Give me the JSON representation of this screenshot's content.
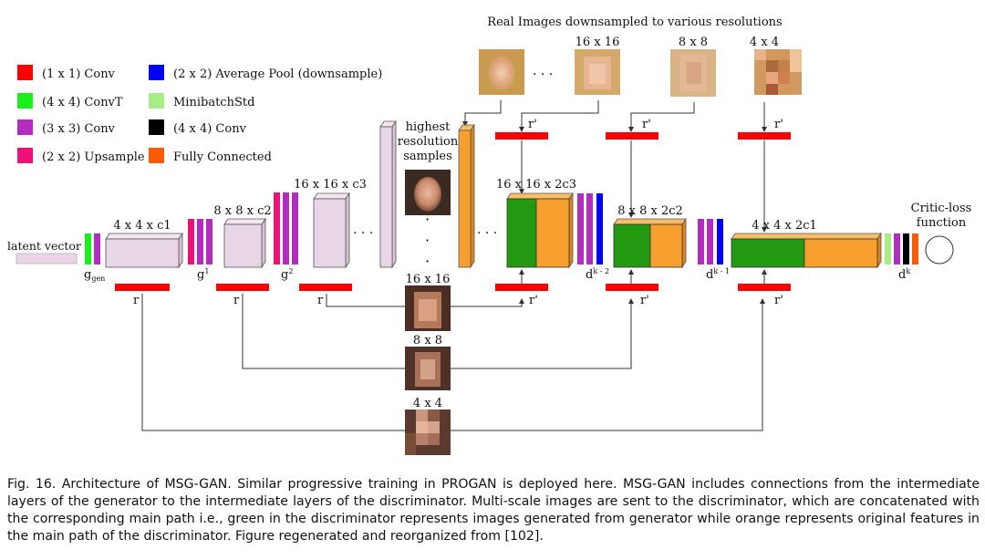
{
  "title": "Real Images downsampled to various resolutions",
  "legend": [
    {
      "label": "(1 x 1) Conv",
      "color": "#ff0000"
    },
    {
      "label": "(4 x 4) ConvT",
      "color": "#1bee1b"
    },
    {
      "label": "(3 x 3) Conv",
      "color": "#b22cc0"
    },
    {
      "label": "(2 x 2) Upsample",
      "color": "#ee1177"
    },
    {
      "label": "(2 x 2) Average Pool (downsample)",
      "color": "#0000ff"
    },
    {
      "label": "MinibatchStd",
      "color": "#a8ec88"
    },
    {
      "label": "(4 x 4) Conv",
      "color": "#000000"
    },
    {
      "label": "Fully Connected",
      "color": "#ff5a00"
    }
  ],
  "labels": {
    "latent": "latent vector",
    "g_main": "g",
    "g_sub": "gen",
    "g1": "g",
    "g1_sup": "1",
    "g2": "g",
    "g2_sup": "2",
    "r": "r",
    "r_prime": "r'",
    "gen_block1": "4 x 4 x c1",
    "gen_block2": "8 x 8 x c2",
    "gen_block3": "16 x 16 x c3",
    "ellipsis": "· · ·",
    "vdots": "·",
    "highest_res": [
      "highest",
      "resolution",
      "samples"
    ],
    "fake16": "16 x 16",
    "fake8": "8 x 8",
    "fake4": "4 x 4",
    "real16": "16 x 16",
    "real8": "8 x 8",
    "real4": "4 x 4",
    "disc_block1": "16 x 16 x 2c3",
    "disc_block2": "8 x 8 x 2c2",
    "disc_block3": "4 x 4 x 2c1",
    "d_k2": "d",
    "d_k2_sup": "k - 2",
    "d_k1": "d",
    "d_k1_sup": "k - 1",
    "d_k": "d",
    "d_k_sup": "k",
    "critic": [
      "Critic-loss",
      "function"
    ]
  },
  "colors": {
    "conv1x1": "#ff0000",
    "convT": "#1bee1b",
    "conv3x3": "#b22cc0",
    "upsample": "#ee1177",
    "avgpool": "#0000ff",
    "minibatch": "#a8ec88",
    "conv4x4": "#000000",
    "fc": "#ff5a00",
    "genblock": "#e8d6e6",
    "green": "#229911",
    "orange": "#f7a030"
  },
  "caption": "Fig. 16. Architecture of MSG-GAN. Similar progressive training in PROGAN is deployed here. MSG-GAN includes connections from the intermediate layers of the generator to the intermediate layers of the discriminator. Multi-scale images are sent to the discriminator, which are concatenated with the corresponding main path i.e., green in the discriminator represents images generated from generator while orange represents original features in the main path of the discriminator. Figure regenerated and reorganized from [102]."
}
